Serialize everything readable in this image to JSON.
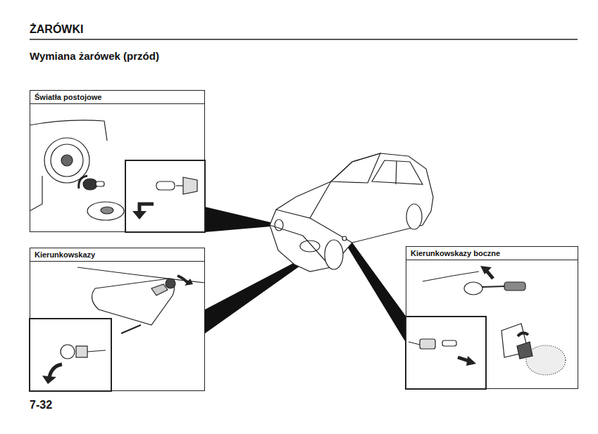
{
  "diagram": {
    "title": "ŻARÓWKI",
    "nodes": [
      {
        "text": [
          "Światła postojowe"
        ]
      },
      {
        "text": [
          "Kierunkowskazy"
        ]
      },
      {
        "text": [
          "Kierunkowskazy boczne"
        ]
      }
    ],
    "labels": [
      "Wymiana żarówek (przód)",
      "7-32"
    ]
  }
}
